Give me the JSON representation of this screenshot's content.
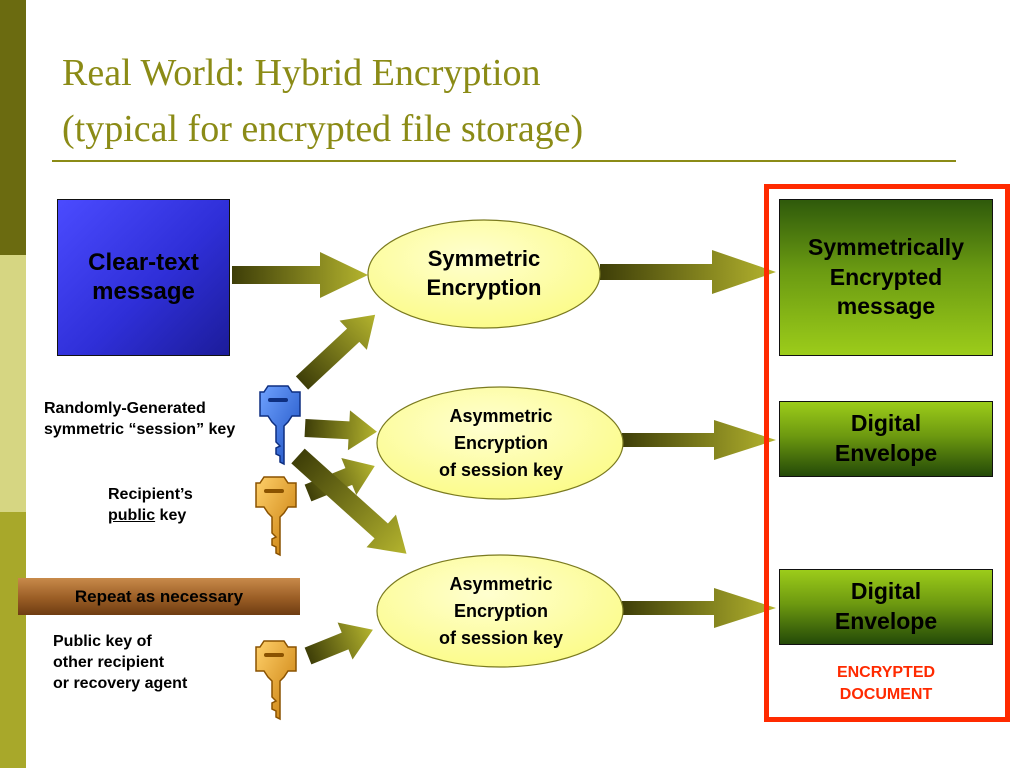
{
  "slide": {
    "title_line1": "Real World: Hybrid Encryption",
    "title_line2": "(typical for encrypted file storage)"
  },
  "colors": {
    "title": "#8b8b16",
    "sidebar_dark": "#6b6b10",
    "sidebar_light": "#d6d682",
    "sidebar_mid": "#a8a82a",
    "frame": "#ff2a00",
    "ellipse_fill": "#ffffa0",
    "arrow": "#9a9a22",
    "key_blue": "#2f6fe0",
    "key_gold": "#e8a21c"
  },
  "diagram": {
    "clear_text": {
      "line1": "Clear-text",
      "line2": "message"
    },
    "symmetric_encryption": {
      "line1": "Symmetric",
      "line2": "Encryption"
    },
    "asymmetric_1": {
      "line1": "Asymmetric",
      "line2": "Encryption",
      "line3": "of session key"
    },
    "asymmetric_2": {
      "line1": "Asymmetric",
      "line2": "Encryption",
      "line3": "of session key"
    },
    "sym_encrypted_msg": {
      "line1": "Symmetrically",
      "line2": "Encrypted",
      "line3": "message"
    },
    "envelope_1": {
      "line1": "Digital",
      "line2": "Envelope"
    },
    "envelope_2": {
      "line1": "Digital",
      "line2": "Envelope"
    },
    "session_key_label": {
      "line1": "Randomly-Generated",
      "line2": "symmetric “session” key"
    },
    "recipient_key_label": {
      "line1": "Recipient’s",
      "line2_underlined": "public",
      "line2_rest": " key"
    },
    "repeat_label": "Repeat as necessary",
    "other_key_label": {
      "line1": "Public key of",
      "line2": "other recipient",
      "line3": "or recovery agent"
    },
    "encrypted_document": {
      "line1": "ENCRYPTED",
      "line2": "DOCUMENT"
    }
  },
  "icons": {
    "session_key": "blue-key-icon",
    "recipient_key": "gold-key-icon",
    "other_key": "gold-key-icon"
  }
}
